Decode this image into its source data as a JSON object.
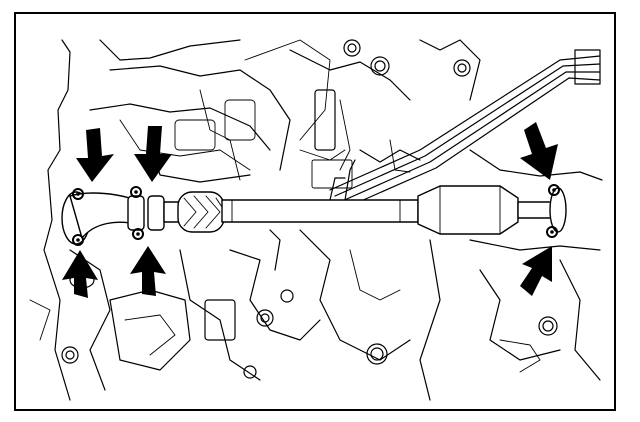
{
  "diagram": {
    "type": "technical-line-illustration",
    "subject": "exhaust-front-pipe-installation",
    "colors": {
      "ink": "#000000",
      "paper": "#ffffff"
    },
    "icons": [
      "indicator-arrow-icon",
      "flange-bolt-icon"
    ],
    "arrows": [
      {
        "id": "arrow-front-flange-upper",
        "direction": "down"
      },
      {
        "id": "arrow-front-flange-lower",
        "direction": "up"
      },
      {
        "id": "arrow-center-flange-upper",
        "direction": "down"
      },
      {
        "id": "arrow-center-flange-lower",
        "direction": "up"
      },
      {
        "id": "arrow-rear-flange-upper",
        "direction": "down"
      },
      {
        "id": "arrow-rear-flange-lower",
        "direction": "up"
      }
    ]
  }
}
